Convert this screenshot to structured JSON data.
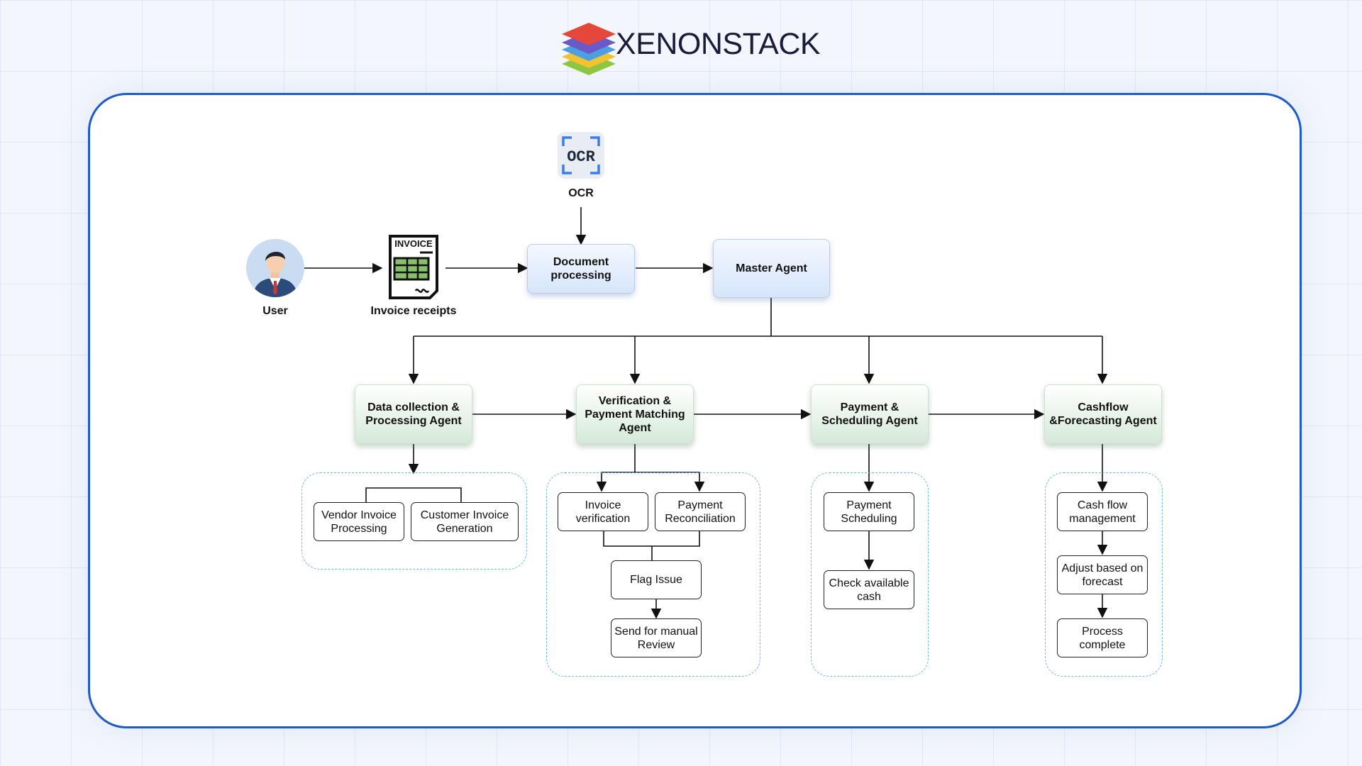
{
  "brand": {
    "name": "XENONSTACK"
  },
  "actors": {
    "user": {
      "label": "User"
    },
    "invoice": {
      "label": "Invoice receipts",
      "icon_text": "INVOICE"
    },
    "ocr": {
      "label": "OCR",
      "icon_text": "OCR"
    }
  },
  "top_nodes": {
    "document_processing": "Document\nprocessing",
    "master_agent": "Master Agent"
  },
  "agents": {
    "data_collection": "Data collection &\nProcessing Agent",
    "verification": "Verification &\nPayment Matching\nAgent",
    "payment_scheduling": "Payment &\nScheduling Agent",
    "cashflow": "Cashflow\n&Forecasting Agent"
  },
  "tasks": {
    "vendor_invoice": "Vendor Invoice\nProcessing",
    "customer_invoice": "Customer Invoice\nGeneration",
    "invoice_verification": "Invoice\nverification",
    "payment_reconciliation": "Payment\nReconciliation",
    "flag_issue": "Flag Issue",
    "manual_review": "Send for manual\nReview",
    "payment_scheduling": "Payment\nScheduling",
    "check_cash": "Check available\ncash",
    "cash_flow_mgmt": "Cash flow\nmanagement",
    "adjust_forecast": "Adjust based on\nforecast",
    "process_complete": "Process\ncomplete"
  },
  "colors": {
    "frame_border": "#1f5bc7",
    "blue_node": "#d6e5fb",
    "green_node": "#d5e9d8",
    "group_dashed": "#6fb8e6"
  }
}
